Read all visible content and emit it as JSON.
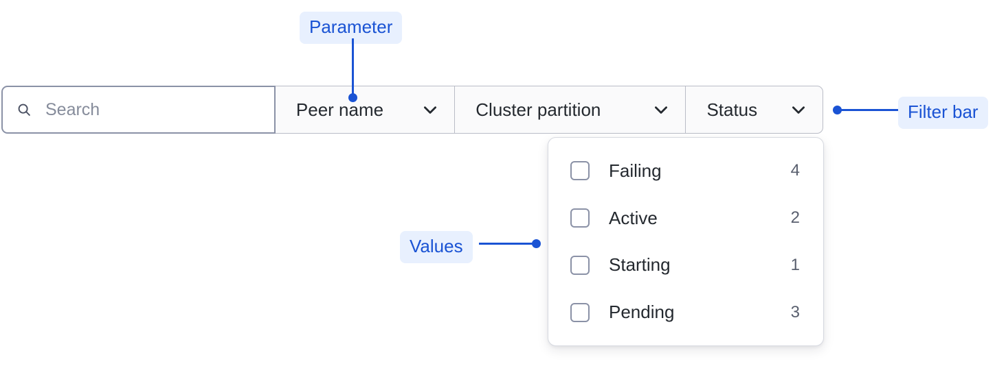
{
  "filter_bar": {
    "search": {
      "icon": "search-icon",
      "placeholder": "Search",
      "value": ""
    },
    "buttons": [
      {
        "id": "peer-name",
        "label": "Peer name",
        "chevron_icon": "chevron-down-icon",
        "expanded": false
      },
      {
        "id": "cluster-partition",
        "label": "Cluster partition",
        "chevron_icon": "chevron-down-icon",
        "expanded": false
      },
      {
        "id": "status",
        "label": "Status",
        "chevron_icon": "chevron-down-icon",
        "expanded": true
      }
    ]
  },
  "values_panel": {
    "open_for": "Status",
    "options": [
      {
        "label": "Failing",
        "count": "4",
        "checked": false
      },
      {
        "label": "Active",
        "count": "2",
        "checked": false
      },
      {
        "label": "Starting",
        "count": "1",
        "checked": false
      },
      {
        "label": "Pending",
        "count": "3",
        "checked": false
      }
    ]
  },
  "annotations": [
    {
      "id": "parameter",
      "label": "Parameter"
    },
    {
      "id": "values",
      "label": "Values"
    },
    {
      "id": "filter-bar",
      "label": "Filter bar"
    }
  ],
  "colors": {
    "annotation_text": "#1a53d4",
    "annotation_bg": "#e8f0fe",
    "button_bg": "#fafafb",
    "border": "#b9bcc6",
    "search_border": "#8a91a6",
    "text": "#24292f",
    "muted_text": "#595f6e",
    "placeholder": "#868c9b"
  }
}
